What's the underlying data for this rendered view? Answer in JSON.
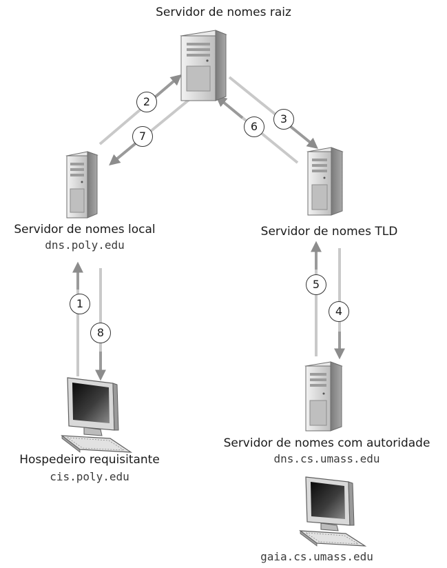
{
  "nodes": {
    "root": {
      "label": "Servidor de nomes raiz"
    },
    "local": {
      "label": "Servidor de nomes local",
      "host": "dns.poly.edu"
    },
    "tld": {
      "label": "Servidor de nomes TLD"
    },
    "authoritative": {
      "label": "Servidor de nomes com autoridade",
      "host": "dns.cs.umass.edu"
    },
    "requesting": {
      "label": "Hospedeiro requisitante",
      "host": "cis.poly.edu"
    },
    "target": {
      "host": "gaia.cs.umass.edu"
    }
  },
  "steps": [
    "1",
    "2",
    "3",
    "4",
    "5",
    "6",
    "7",
    "8"
  ],
  "colors": {
    "arrow_request": "#c4c4c4",
    "arrow_reply": "#9a9a9a",
    "server_body": "#d6d6d6",
    "server_side": "#8f8f8f",
    "monitor_screen": "#2e2e2e"
  },
  "icons": [
    "server-icon",
    "computer-icon"
  ]
}
